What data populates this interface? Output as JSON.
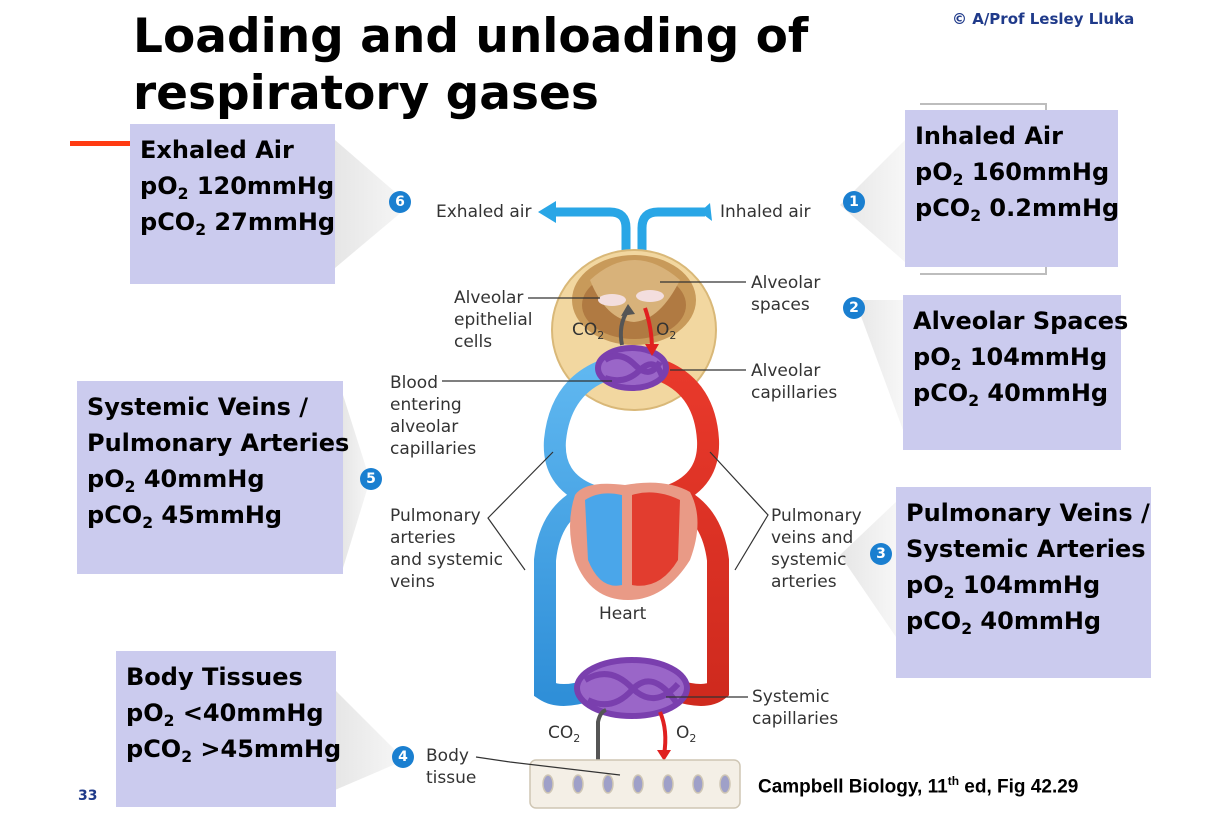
{
  "title": "Loading and unloading of respiratory gases",
  "copyright": "© A/Prof Lesley Lluka",
  "slide_number": "33",
  "citation": {
    "text": "Campbell Biology, 11",
    "sup": "th",
    "rest": " ed, Fig 42.29"
  },
  "boxes": {
    "exhaled": {
      "title": "Exhaled Air",
      "po2": "120mmHg",
      "pco2": "27mmHg"
    },
    "inhaled": {
      "title": "Inhaled Air",
      "po2": "160mmHg",
      "pco2": "0.2mmHg"
    },
    "alveolar": {
      "title": "Alveolar Spaces",
      "po2": "104mmHg",
      "pco2": "40mmHg"
    },
    "systemic_veins": {
      "title1": "Systemic Veins /",
      "title2": "Pulmonary Arteries",
      "po2": "40mmHg",
      "pco2": "45mmHg"
    },
    "pulmonary_veins": {
      "title1": "Pulmonary Veins /",
      "title2": "Systemic Arteries",
      "po2": "104mmHg",
      "pco2": "40mmHg"
    },
    "body_tissues": {
      "title": "Body Tissues",
      "po2": "<40mmHg",
      "pco2": ">45mmHg"
    }
  },
  "gas_prefix": {
    "p": "p",
    "o": "O",
    "co": "CO",
    "two": "2"
  },
  "labels": {
    "exhaled_air": "Exhaled air",
    "inhaled_air": "Inhaled air",
    "alveolar_epithelial": [
      "Alveolar",
      "epithelial",
      "cells"
    ],
    "alveolar_spaces": [
      "Alveolar",
      "spaces"
    ],
    "alveolar_capillaries": [
      "Alveolar",
      "capillaries"
    ],
    "blood_entering": [
      "Blood",
      "entering",
      "alveolar",
      "capillaries"
    ],
    "pulm_arteries_sys_veins": [
      "Pulmonary",
      "arteries",
      "and systemic",
      "veins"
    ],
    "pulm_veins_sys_arteries": [
      "Pulmonary",
      "veins and",
      "systemic",
      "arteries"
    ],
    "heart": "Heart",
    "systemic_capillaries": [
      "Systemic",
      "capillaries"
    ],
    "body_tissue": [
      "Body",
      "tissue"
    ],
    "co2": "CO",
    "o2": "O",
    "sub2": "2"
  },
  "steps": [
    "1",
    "2",
    "3",
    "4",
    "5",
    "6"
  ],
  "colors": {
    "box": "#cbcbee",
    "accent": "#ff3b12",
    "step_badge": "#1a7fd0",
    "oxygen_rich": "#e8392b",
    "oxygen_poor": "#3aa0e8",
    "capillary": "#8a4db8"
  }
}
